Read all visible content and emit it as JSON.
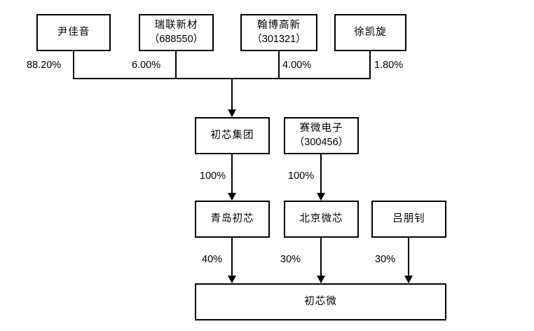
{
  "diagram": {
    "type": "equity-structure-flowchart",
    "colors": {
      "background": "#ffffff",
      "line": "#000000",
      "text": "#000000",
      "box_fill": "#ffffff"
    },
    "nodes": [
      {
        "id": "yin-jiayin",
        "label": "尹佳音"
      },
      {
        "id": "ruilian-xincai",
        "label": "瑞联新材",
        "code": "（688550）"
      },
      {
        "id": "hanbo-gaoxin",
        "label": "翰博高新",
        "code": "（301321）"
      },
      {
        "id": "xu-kaixuan",
        "label": "徐凯旋"
      },
      {
        "id": "chuxin-jituan",
        "label": "初芯集团"
      },
      {
        "id": "saiwei-dianzi",
        "label": "赛微电子",
        "code": "（300456）"
      },
      {
        "id": "qingdao-chuxin",
        "label": "青岛初芯"
      },
      {
        "id": "beijing-weixin",
        "label": "北京微芯"
      },
      {
        "id": "lyu-pengzhao",
        "label": "吕朋钊"
      },
      {
        "id": "chuxinwei",
        "label": "初芯微"
      }
    ],
    "edges": [
      {
        "from": "尹佳音",
        "to": "初芯集团",
        "label": "88.20%"
      },
      {
        "from": "瑞联新材（688550）",
        "to": "初芯集团",
        "label": "6.00%"
      },
      {
        "from": "翰博高新（301321）",
        "to": "初芯集团",
        "label": "4.00%"
      },
      {
        "from": "徐凯旋",
        "to": "初芯集团",
        "label": "1.80%"
      },
      {
        "from": "初芯集团",
        "to": "青岛初芯",
        "label": "100%"
      },
      {
        "from": "赛微电子（300456）",
        "to": "北京微芯",
        "label": "100%"
      },
      {
        "from": "青岛初芯",
        "to": "初芯微",
        "label": "40%"
      },
      {
        "from": "北京微芯",
        "to": "初芯微",
        "label": "30%"
      },
      {
        "from": "吕朋钊",
        "to": "初芯微",
        "label": "30%"
      }
    ]
  }
}
